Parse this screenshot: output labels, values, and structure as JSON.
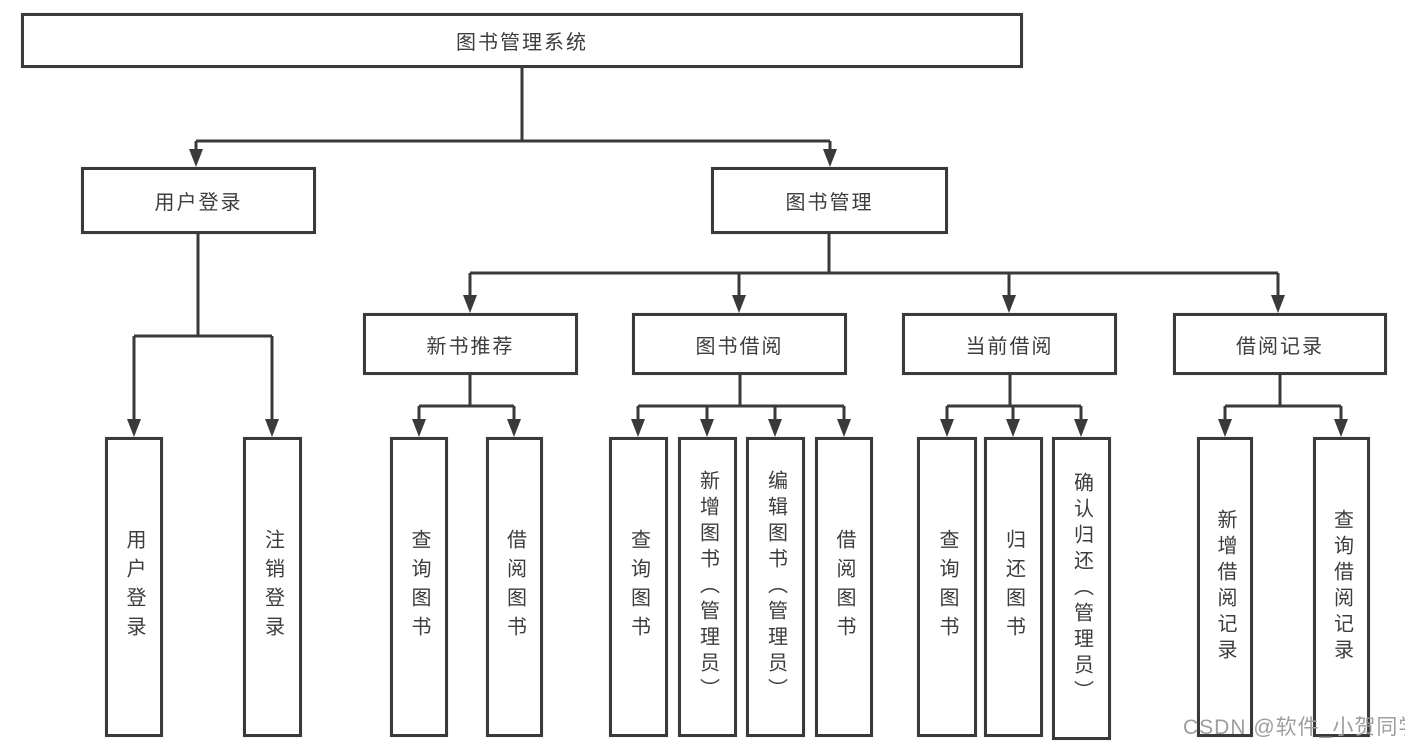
{
  "diagram": {
    "root": {
      "label": "图书管理系统"
    },
    "level2": [
      {
        "label": "用户登录"
      },
      {
        "label": "图书管理"
      }
    ],
    "level3": [
      {
        "label": "新书推荐"
      },
      {
        "label": "图书借阅"
      },
      {
        "label": "当前借阅"
      },
      {
        "label": "借阅记录"
      }
    ],
    "leaves": {
      "user_login": [
        "用户登录",
        "注销登录"
      ],
      "new_book": [
        "查询图书",
        "借阅图书"
      ],
      "book_borrow": [
        "查询图书",
        "新增图书（管理员）",
        "编辑图书（管理员）",
        "借阅图书"
      ],
      "current_borrow": [
        "查询图书",
        "归还图书",
        "确认归还（管理员）"
      ],
      "borrow_record": [
        "新增借阅记录",
        "查询借阅记录"
      ]
    },
    "colors": {
      "line": "#3a3a3a",
      "text": "#3d3d3d",
      "background": "#ffffff",
      "watermark": "#9e9e9e"
    },
    "watermark": "CSDN @软件_小贺同学"
  }
}
